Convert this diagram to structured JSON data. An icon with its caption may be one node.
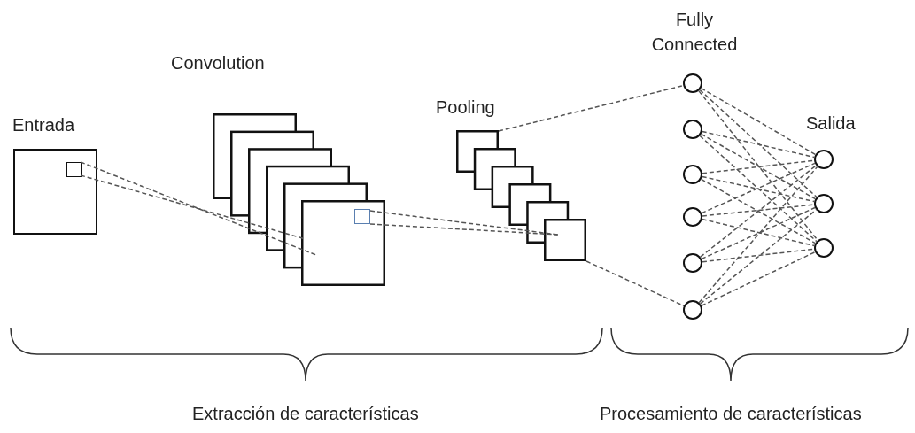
{
  "diagram": {
    "nodes": [
      {
        "text": [
          "Entrada"
        ]
      },
      {
        "text": [],
        "shape": "box",
        "in": 0
      },
      {
        "text": [
          "Convolution"
        ]
      },
      {
        "text": [],
        "shape": "box",
        "in": 2
      },
      {
        "text": [
          "Pooling"
        ]
      },
      {
        "text": [
          "Fully Connected"
        ]
      },
      {
        "text": [],
        "shape": "circle"
      },
      {
        "text": [],
        "shape": "circle"
      },
      {
        "text": [],
        "shape": "circle"
      },
      {
        "text": [],
        "shape": "circle"
      },
      {
        "text": [],
        "shape": "circle"
      },
      {
        "text": [
          "Salida"
        ]
      },
      {
        "text": [],
        "shape": "circle"
      },
      {
        "text": [],
        "shape": "circle"
      }
    ],
    "edges": [
      {
        "from": 1,
        "to": 2,
        "arrow": "none",
        "style": "dashed"
      },
      {
        "from": 1,
        "to": 2,
        "arrow": "none",
        "style": "dashed"
      },
      {
        "from": 3,
        "to": 4,
        "arrow": "none",
        "style": "dashed"
      },
      {
        "from": 3,
        "to": 4,
        "arrow": "none",
        "style": "dashed"
      },
      {
        "from": 4,
        "to": 5,
        "arrow": "none",
        "style": "dashed"
      },
      {
        "from": 4,
        "to": 10,
        "arrow": "none",
        "style": "dashed"
      },
      {
        "from": 5,
        "to": 11,
        "arrow": "none",
        "style": "dashed"
      },
      {
        "from": 5,
        "to": 12,
        "arrow": "none",
        "style": "dashed"
      },
      {
        "from": 5,
        "to": 13,
        "arrow": "none",
        "style": "dashed"
      },
      {
        "from": 6,
        "to": 11,
        "arrow": "none",
        "style": "dashed"
      },
      {
        "from": 6,
        "to": 12,
        "arrow": "none",
        "style": "dashed"
      },
      {
        "from": 6,
        "to": 13,
        "arrow": "none",
        "style": "dashed"
      },
      {
        "from": 7,
        "to": 11,
        "arrow": "none",
        "style": "dashed"
      },
      {
        "from": 7,
        "to": 12,
        "arrow": "none",
        "style": "dashed"
      },
      {
        "from": 7,
        "to": 13,
        "arrow": "none",
        "style": "dashed"
      },
      {
        "from": 8,
        "to": 11,
        "arrow": "none",
        "style": "dashed"
      },
      {
        "from": 8,
        "to": 12,
        "arrow": "none",
        "style": "dashed"
      },
      {
        "from": 8,
        "to": 13,
        "arrow": "none",
        "style": "dashed"
      },
      {
        "from": 9,
        "to": 11,
        "arrow": "none",
        "style": "dashed"
      },
      {
        "from": 9,
        "to": 12,
        "arrow": "none",
        "style": "dashed"
      },
      {
        "from": 9,
        "to": 13,
        "arrow": "none",
        "style": "dashed"
      },
      {
        "from": 10,
        "to": 11,
        "arrow": "none",
        "style": "dashed"
      },
      {
        "from": 10,
        "to": 12,
        "arrow": "none",
        "style": "dashed"
      },
      {
        "from": 10,
        "to": 13,
        "arrow": "none",
        "style": "dashed"
      }
    ],
    "labels": [
      "Extracción de características",
      "Procesamiento de características"
    ]
  }
}
